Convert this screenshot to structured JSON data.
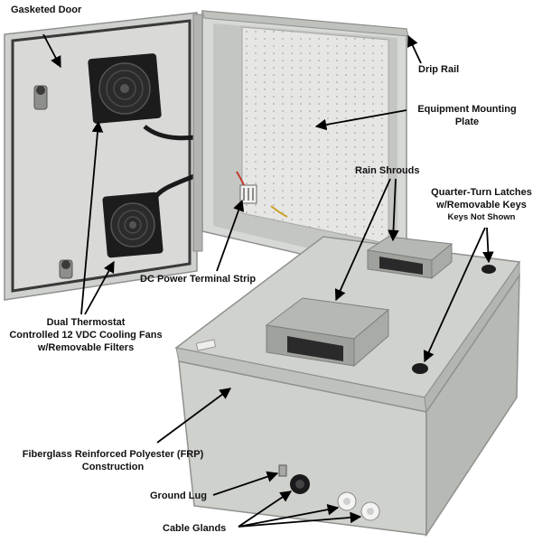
{
  "labels": {
    "gasketed_door": "Gasketed Door",
    "drip_rail": "Drip Rail",
    "mounting_plate_l1": "Equipment Mounting",
    "mounting_plate_l2": "Plate",
    "rain_shrouds": "Rain Shrouds",
    "latches_l1": "Quarter-Turn Latches",
    "latches_l2": "w/Removable Keys",
    "latches_note": "Keys Not Shown",
    "terminal_strip": "DC Power Terminal Strip",
    "fans_l1": "Dual Thermostat",
    "fans_l2": "Controlled 12 VDC Cooling Fans",
    "fans_l3": "w/Removable Filters",
    "frp_l1": "Fiberglass Reinforced Polyester (FRP)",
    "frp_l2": "Construction",
    "ground_lug": "Ground Lug",
    "cable_glands": "Cable Glands"
  },
  "colors": {
    "enclosure": "#d7d9d6",
    "enclosure_shade": "#b9bcb8",
    "plate": "#e6e7e5",
    "fan": "#1c1c1c",
    "arrow": "#000000"
  }
}
